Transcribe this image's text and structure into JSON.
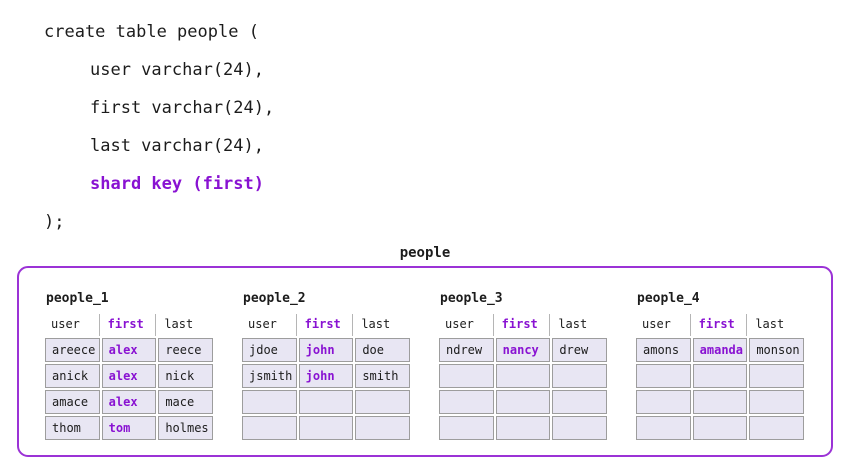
{
  "code": {
    "lines": [
      {
        "text": "create table people (",
        "indent": 0,
        "highlight": false
      },
      {
        "text": "user varchar(24),",
        "indent": 1,
        "highlight": false
      },
      {
        "text": "first varchar(24),",
        "indent": 1,
        "highlight": false
      },
      {
        "text": "last varchar(24),",
        "indent": 1,
        "highlight": false
      },
      {
        "text": "shard key (first)",
        "indent": 1,
        "highlight": true
      },
      {
        "text": ");",
        "indent": 0,
        "highlight": false
      }
    ]
  },
  "diagram": {
    "title": "people",
    "columns": [
      "user",
      "first",
      "last"
    ],
    "shard_column": "first",
    "shards": [
      {
        "name": "people_1",
        "rows": [
          [
            "areece",
            "alex",
            "reece"
          ],
          [
            "anick",
            "alex",
            "nick"
          ],
          [
            "amace",
            "alex",
            "mace"
          ],
          [
            "thom",
            "tom",
            "holmes"
          ]
        ]
      },
      {
        "name": "people_2",
        "rows": [
          [
            "jdoe",
            "john",
            "doe"
          ],
          [
            "jsmith",
            "john",
            "smith"
          ],
          [
            "",
            "",
            ""
          ],
          [
            "",
            "",
            ""
          ]
        ]
      },
      {
        "name": "people_3",
        "rows": [
          [
            "ndrew",
            "nancy",
            "drew"
          ],
          [
            "",
            "",
            ""
          ],
          [
            "",
            "",
            ""
          ],
          [
            "",
            "",
            ""
          ]
        ]
      },
      {
        "name": "people_4",
        "rows": [
          [
            "amons",
            "amanda",
            "monson"
          ],
          [
            "",
            "",
            ""
          ],
          [
            "",
            "",
            ""
          ],
          [
            "",
            "",
            ""
          ]
        ]
      }
    ]
  },
  "colors": {
    "accent_text": "#8912d2",
    "accent_border": "#9b32d6",
    "cell_fill": "#e8e6f3",
    "cell_border": "#9d9d9d"
  }
}
